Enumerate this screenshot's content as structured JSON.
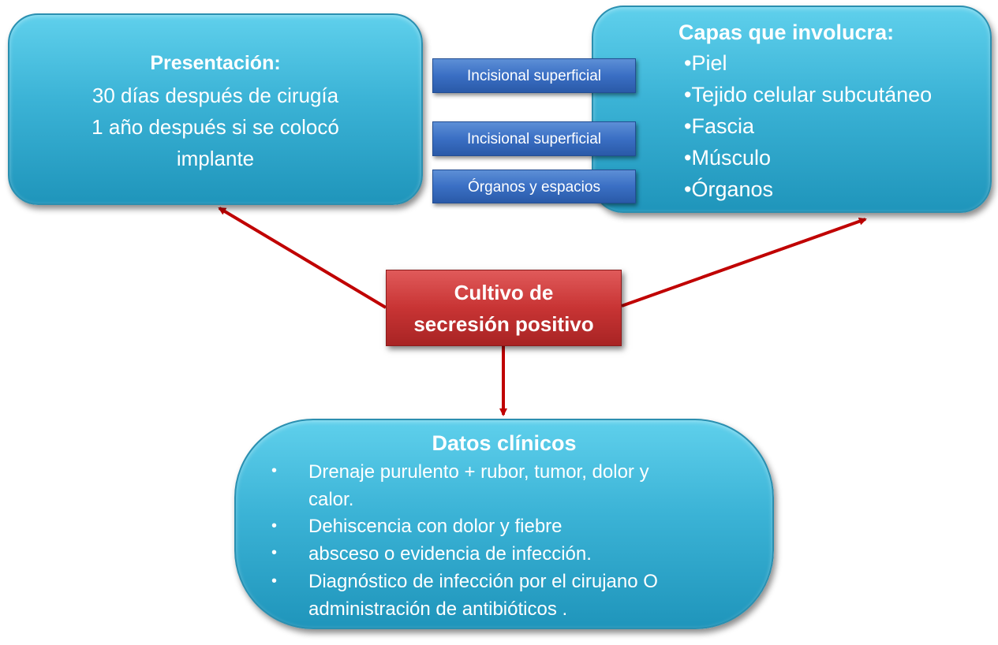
{
  "presentacion": {
    "title": "Presentación:",
    "lines": [
      "30 días después de cirugía",
      "1 año después si se colocó",
      "implante"
    ]
  },
  "capas": {
    "title": "Capas que involucra:",
    "items": [
      "•Piel",
      "•Tejido celular subcutáneo",
      "•Fascia",
      "•Músculo",
      "•Órganos"
    ]
  },
  "tipos": [
    "Incisional superficial",
    "Incisional superficial",
    "Órganos y espacios"
  ],
  "cultivo": {
    "lines": [
      "Cultivo de",
      "secresión positivo"
    ]
  },
  "datos": {
    "title": "Datos clínicos",
    "bullet": "•",
    "items": [
      [
        "Drenaje purulento + rubor, tumor, dolor y",
        "calor."
      ],
      [
        "Dehiscencia con dolor y fiebre"
      ],
      [
        "absceso o evidencia de infección."
      ],
      [
        "Diagnóstico de infección por el cirujano  O",
        "administración de antibióticos ."
      ]
    ]
  },
  "colors": {
    "box_blue": "#3bb3d6",
    "tag_blue": "#3a6fc4",
    "center_red": "#c83434",
    "arrow_red": "#c00000",
    "bracket": "#2a4f8a"
  }
}
